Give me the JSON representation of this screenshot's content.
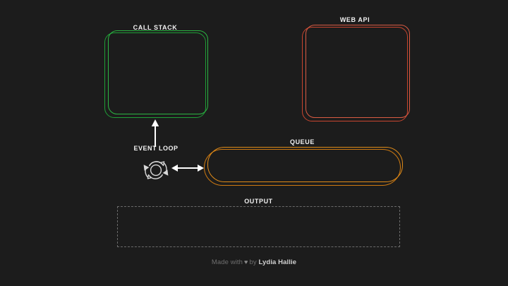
{
  "theme": {
    "background": "#1c1c1c",
    "title_color": "#f2f2f2",
    "call_stack_color": "#2cb543",
    "web_api_color": "#d95b43",
    "queue_color": "#e08b19",
    "output_color": "#6b6b6b",
    "arrow_color": "#ffffff",
    "footer_color": "#6f6f6f"
  },
  "panels": {
    "call_stack": {
      "title": "CALL STACK",
      "items": []
    },
    "web_api": {
      "title": "WEB API",
      "items": []
    },
    "queue": {
      "title": "QUEUE",
      "items": []
    },
    "output": {
      "title": "OUTPUT",
      "items": []
    }
  },
  "event_loop": {
    "label": "EVENT LOOP",
    "icon": "circular-arrows-icon",
    "arrow_up": "arrow-up-icon",
    "arrow_bidirectional": "arrow-left-right-icon"
  },
  "footer": {
    "prefix": "Made with",
    "heart": "♥",
    "connector": "by",
    "author": "Lydia Hallie"
  }
}
